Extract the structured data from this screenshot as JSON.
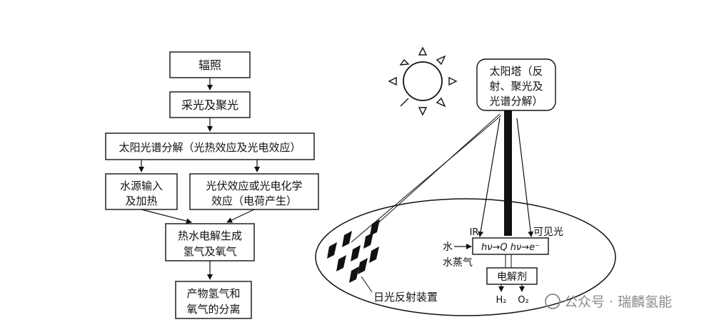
{
  "flowchart": {
    "step1": "辐照",
    "step2": "采光及聚光",
    "step3": "太阳光谱分解（光热效应及光电效应）",
    "step4a_line1": "水源输入",
    "step4a_line2": "及加热",
    "step4b_line1": "光伏效应或光电化学",
    "step4b_line2": "效应（电荷产生）",
    "step5_line1": "热水电解生成",
    "step5_line2": "氢气及氧气",
    "step6_line1": "产物氢气和",
    "step6_line2": "氧气的分离"
  },
  "system": {
    "tower_line1": "太阳塔（反",
    "tower_line2": "射、聚光及",
    "tower_line3": "光谱分解）",
    "ir_label": "IR",
    "visible_label": "可见光",
    "converter_label": "hν→Q hν→e⁻",
    "water_label": "水",
    "steam_label": "水蒸气",
    "electrolyzer_label": "电解剂",
    "h2_label": "H₂",
    "o2_label": "O₂",
    "heliostat_label": "日光反射装置"
  },
  "watermark": {
    "text": "公众号 · 瑞麟氢能"
  }
}
